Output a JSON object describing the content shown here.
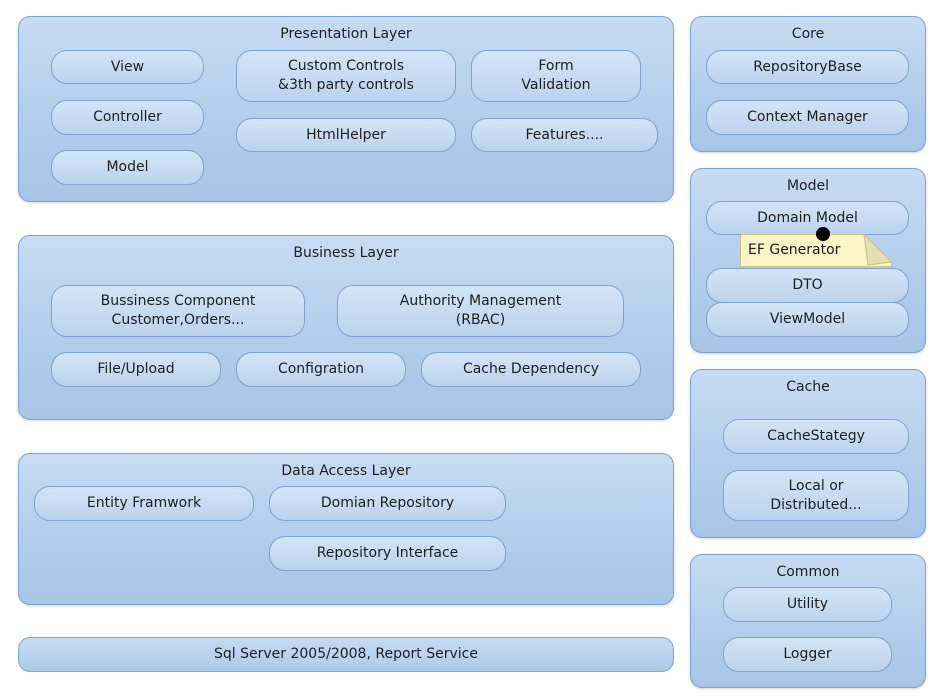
{
  "presentation": {
    "title": "Presentation Layer",
    "view": "View",
    "controller": "Controller",
    "model": "Model",
    "custom_controls": "Custom Controls\n&3th party controls",
    "form_validation": "Form\nValidation",
    "htmlhelper": "HtmlHelper",
    "features": "Features...."
  },
  "business": {
    "title": "Business Layer",
    "bussiness_component": "Bussiness Component\nCustomer,Orders...",
    "authority": "Authority Management\n(RBAC)",
    "file_upload": "File/Upload",
    "configration": "Configration",
    "cache_dependency": "Cache Dependency"
  },
  "data_access": {
    "title": "Data Access Layer",
    "entity_framework": "Entity Framwork",
    "domian_repository": "Domian Repository",
    "repository_interface": "Repository Interface"
  },
  "sql": {
    "label": "Sql Server 2005/2008, Report Service"
  },
  "core": {
    "title": "Core",
    "repository_base": "RepositoryBase",
    "context_manager": "Context Manager"
  },
  "model_panel": {
    "title": "Model",
    "domain_model": "Domain Model",
    "ef_generator": "EF Generator",
    "dto": "DTO",
    "viewmodel": "ViewModel"
  },
  "cache": {
    "title": "Cache",
    "strategy": "CacheStategy",
    "local_distributed": "Local or\nDistributed..."
  },
  "common": {
    "title": "Common",
    "utility": "Utility",
    "logger": "Logger"
  }
}
